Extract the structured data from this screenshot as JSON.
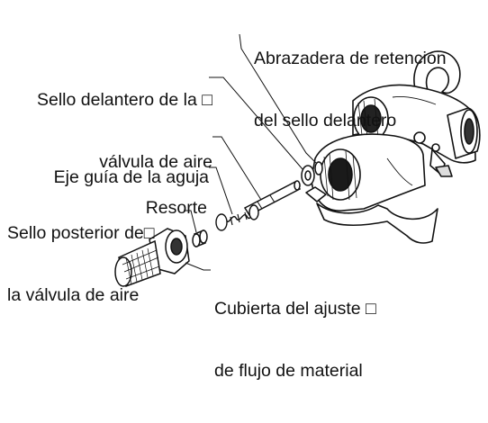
{
  "labels": {
    "front_seal_retainer": {
      "line1": "Abrazadera de retención",
      "line2": "del sello delantero"
    },
    "front_seal_air_valve": {
      "line1": "Sello delantero de la □",
      "line2": "válvula de aire"
    },
    "needle_guide_shaft": {
      "line1": "Eje guía de la aguja"
    },
    "spring": {
      "line1": "Resorte"
    },
    "rear_seal_air_valve": {
      "line1": "Sello posterior de□",
      "line2": "la válvula de aire"
    },
    "fluid_adjust_cap": {
      "line1": "Cubierta del ajuste □",
      "line2": "de flujo de material"
    }
  }
}
